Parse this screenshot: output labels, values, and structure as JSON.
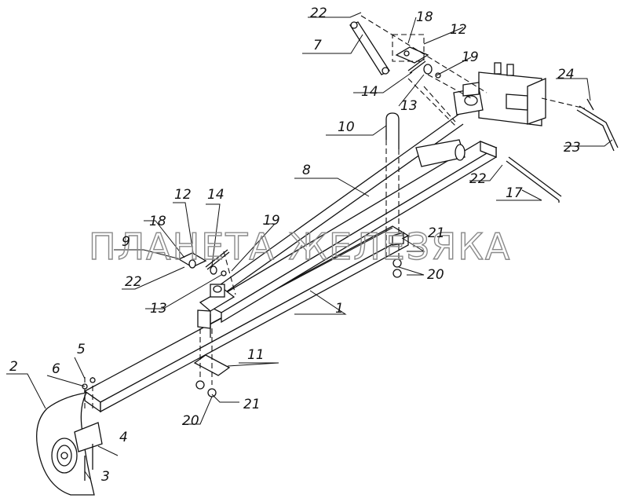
{
  "watermark": "ПЛАНЕТА ЖЕЛЕЗЯКА",
  "callouts": {
    "c1": "1",
    "c2": "2",
    "c3": "3",
    "c4": "4",
    "c5": "5",
    "c6": "6",
    "c7": "7",
    "c8": "8",
    "c9": "9",
    "c10": "10",
    "c11": "11",
    "c12a": "12",
    "c12b": "12",
    "c13a": "13",
    "c13b": "13",
    "c14a": "14",
    "c14b": "14",
    "c17": "17",
    "c18a": "18",
    "c18b": "18",
    "c19a": "19",
    "c19b": "19",
    "c20a": "20",
    "c20b": "20",
    "c21a": "21",
    "c21b": "21",
    "c22a": "22",
    "c22b": "22",
    "c22c": "22",
    "c23": "23",
    "c24": "24"
  }
}
